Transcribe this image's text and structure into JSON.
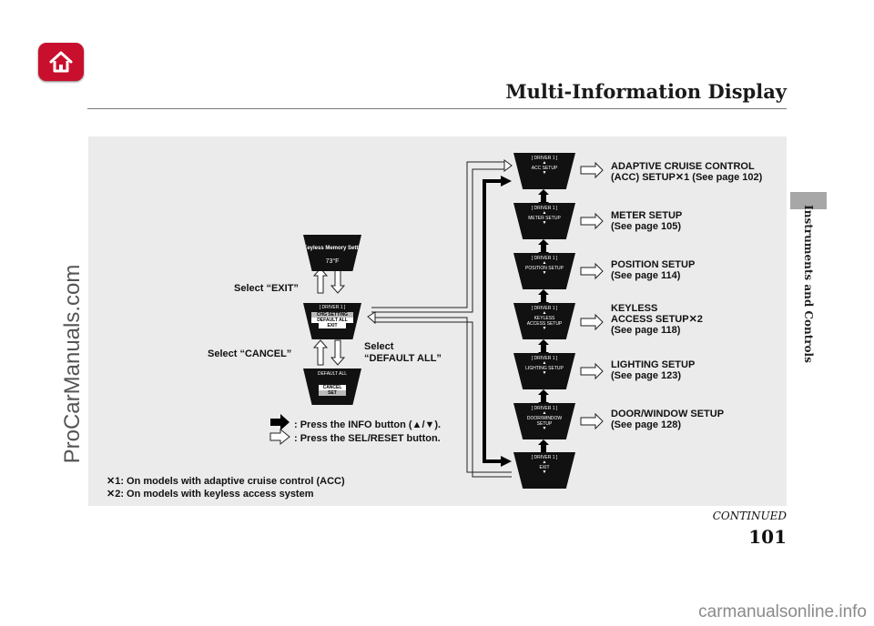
{
  "header": {
    "title": "Multi-Information Display"
  },
  "section": {
    "label": "Instruments and Controls"
  },
  "side_watermark": "ProCarManuals.com",
  "bottom_watermark": "carmanualsonline.info",
  "footer": {
    "continued": "CONTINUED",
    "page": "101"
  },
  "icons": {
    "home": "home-icon"
  },
  "colors": {
    "home": "#c8102e",
    "panel": "#ebebeb",
    "tab": "#a7a7a7"
  },
  "left_screens": {
    "memory": {
      "title": "Keyless Memory Settings",
      "temp": "73°F"
    },
    "chg": {
      "header": "[ DRIVER 1 ]",
      "items": [
        "CHG SETTING",
        "DEFAULT ALL",
        "EXIT"
      ]
    },
    "default": {
      "header": "DEFAULT ALL",
      "items": [
        "CANCEL",
        "SET"
      ]
    }
  },
  "left_labels": {
    "exit": "Select “EXIT”",
    "cancel": "Select “CANCEL”",
    "default1": "Select",
    "default2": "“DEFAULT ALL”"
  },
  "legend": {
    "info": ": Press the INFO button (▲/▼).",
    "sel": ": Press the SEL/RESET button."
  },
  "notes": [
    "✕1: On models with adaptive cruise control (ACC)",
    "✕2: On models with keyless access system"
  ],
  "right_screens": [
    {
      "header": "[ DRIVER 1 ]",
      "label": "ACC SETUP"
    },
    {
      "header": "[ DRIVER 1 ]",
      "label": "METER SETUP"
    },
    {
      "header": "[ DRIVER 1 ]",
      "label": "POSITION SETUP"
    },
    {
      "header": "[ DRIVER 1 ]",
      "label": "KEYLESS ACCESS SETUP"
    },
    {
      "header": "[ DRIVER 1 ]",
      "label": "LIGHTING SETUP"
    },
    {
      "header": "[ DRIVER 1 ]",
      "label": "DOOR/WINDOW SETUP"
    },
    {
      "header": "[ DRIVER 1 ]",
      "label": "EXIT"
    }
  ],
  "menu_items": [
    {
      "line1": "ADAPTIVE CRUISE CONTROL",
      "line2": "(ACC) SETUP✕1 (See page 102)"
    },
    {
      "line1": "METER SETUP",
      "line2": "(See page 105)"
    },
    {
      "line1": "POSITION SETUP",
      "line2": "(See page 114)"
    },
    {
      "line1": "KEYLESS",
      "line2": "ACCESS SETUP✕2",
      "line3": "(See page 118)"
    },
    {
      "line1": "LIGHTING SETUP",
      "line2": "(See page 123)"
    },
    {
      "line1": "DOOR/WINDOW SETUP",
      "line2": "(See page 128)"
    }
  ]
}
